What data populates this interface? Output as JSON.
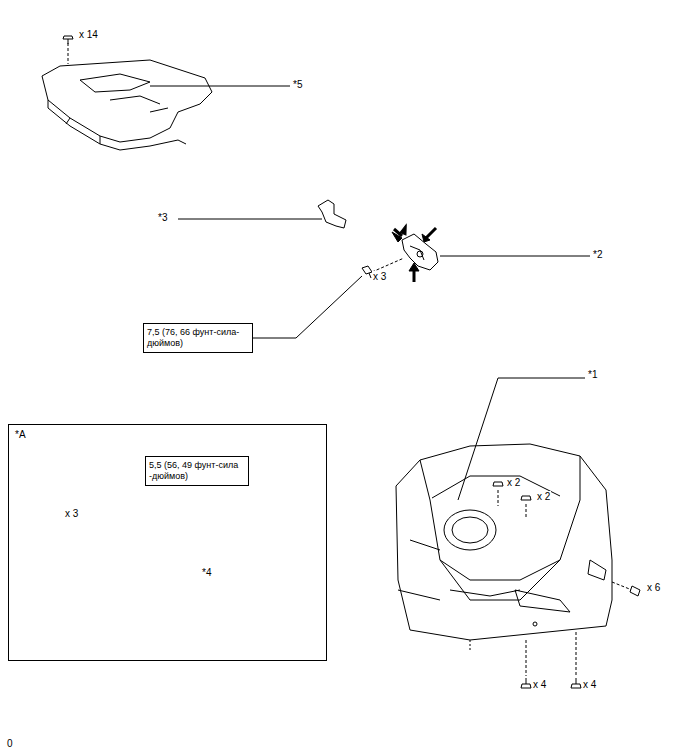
{
  "diagram": {
    "nodes": [
      {
        "text": [
          "7,5 (76, 66 фунт-сила- дюймов)"
        ]
      },
      {
        "text": [
          "*A"
        ]
      },
      {
        "text": [
          "5,5 (56, 49 фунт-сила -дюймов)"
        ],
        "in": 1
      }
    ],
    "labels": [
      "x 14",
      "*5",
      "*3",
      "*2",
      "x 3",
      "*1",
      "x 3",
      "x 2",
      "x 2",
      "*4",
      "x 6",
      "x 4",
      "x 4",
      "0"
    ]
  }
}
